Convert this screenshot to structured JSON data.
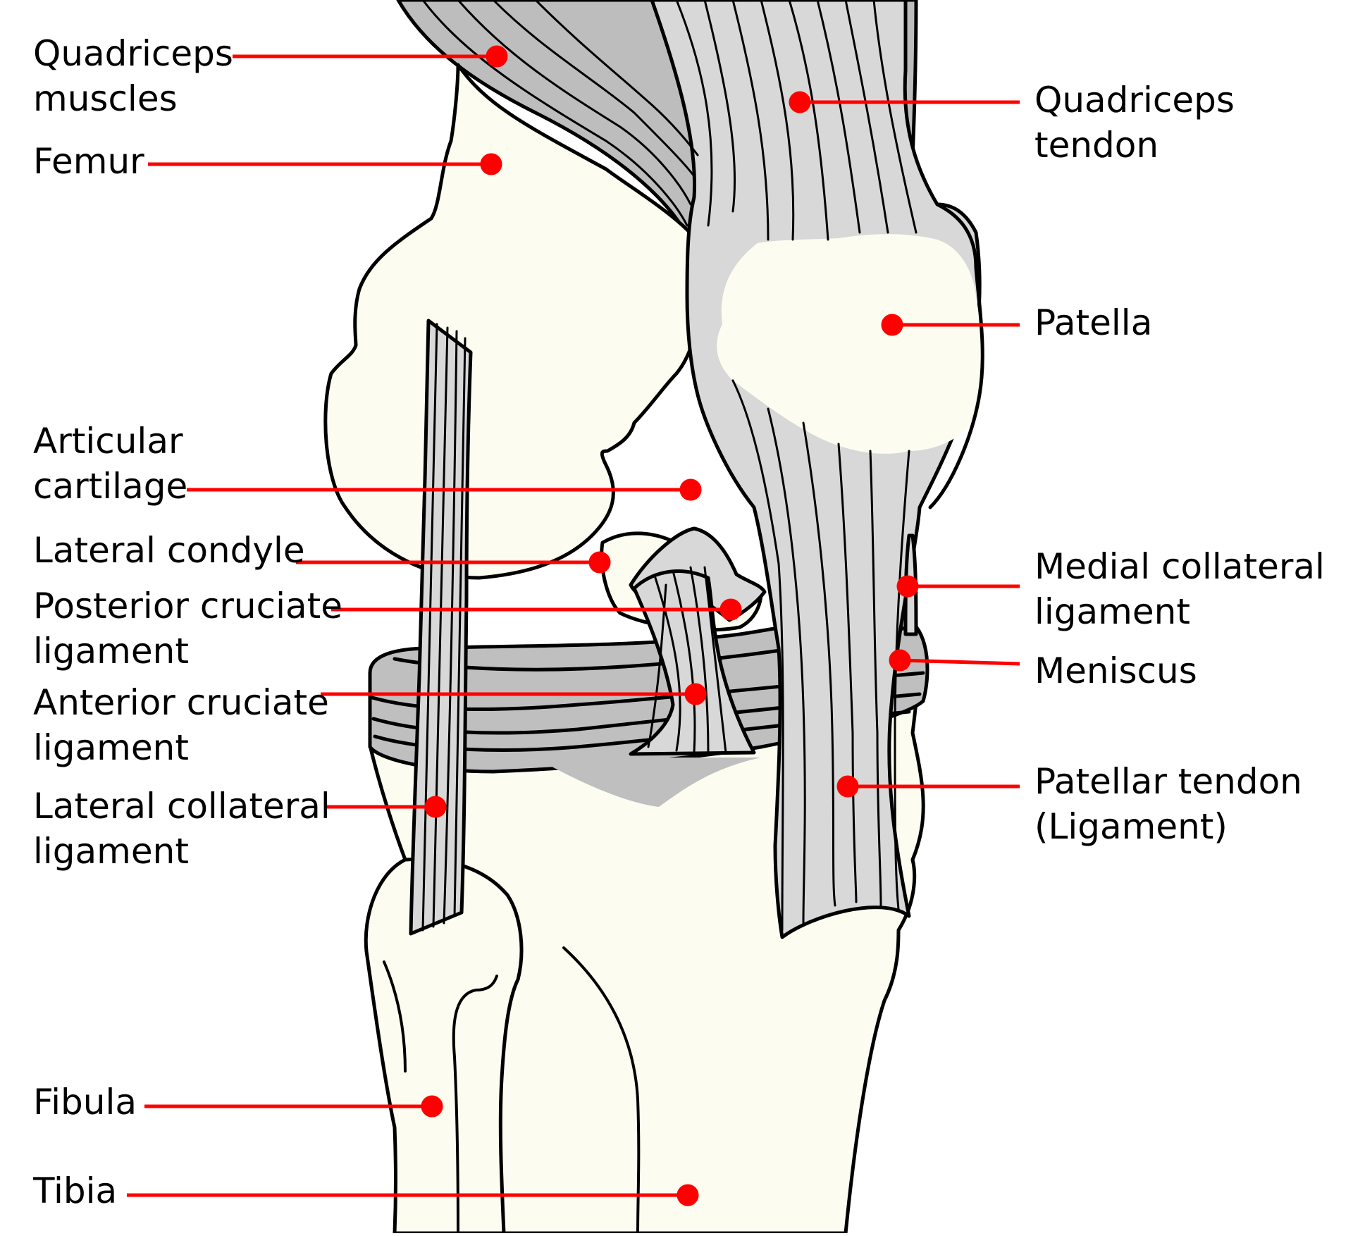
{
  "colors": {
    "bone": "#fcfcf0",
    "tendon": "#d8d8d8",
    "muscle": "#bdbdbd",
    "meniscus": "#bfbfbf",
    "leader": "#ff0000",
    "outline": "#000000"
  },
  "labels": {
    "quadriceps_muscles": "Quadriceps\nmuscles",
    "femur": "Femur",
    "articular_cartilage": "Articular\ncartilage",
    "lateral_condyle": "Lateral condyle",
    "posterior_cruciate_ligament": "Posterior cruciate\nligament",
    "anterior_cruciate_ligament": "Anterior cruciate\nligament",
    "lateral_collateral_ligament": "Lateral collateral\nligament",
    "fibula": "Fibula",
    "tibia": "Tibia",
    "quadriceps_tendon": "Quadriceps\ntendon",
    "patella": "Patella",
    "medial_collateral_ligament": "Medial collateral\nligament",
    "meniscus": "Meniscus",
    "patellar_tendon": "Patellar tendon\n(Ligament)"
  }
}
